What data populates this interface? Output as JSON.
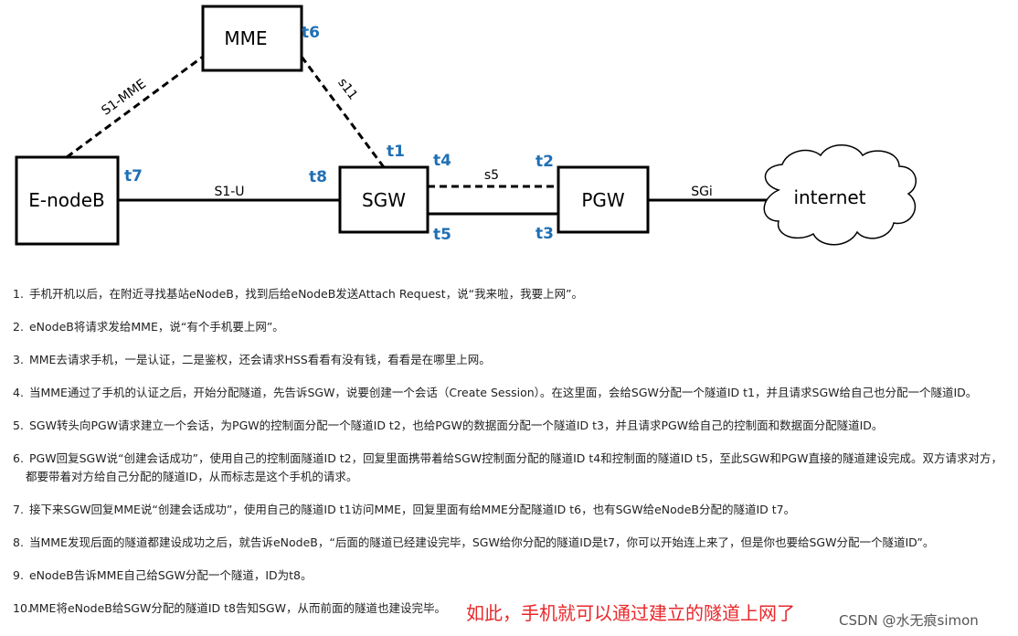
{
  "diagram": {
    "nodes": {
      "mme": "MME",
      "enodeb": "E-nodeB",
      "sgw": "SGW",
      "pgw": "PGW",
      "internet": "internet"
    },
    "links": {
      "s1_mme": "S1-MME",
      "s11": "s11",
      "s1_u": "S1-U",
      "s5": "s5",
      "sgi": "SGi"
    },
    "tunnel_ids": {
      "t1": "t1",
      "t2": "t2",
      "t3": "t3",
      "t4": "t4",
      "t5": "t5",
      "t6": "t6",
      "t7": "t7",
      "t8": "t8"
    },
    "colors": {
      "tunnel_id": "#1f6fb5",
      "note": "#e8282b"
    }
  },
  "steps": [
    {
      "num": "1.",
      "text": "手机开机以后，在附近寻找基站eNodeB，找到后给eNodeB发送Attach Request，说“我来啦，我要上网”。"
    },
    {
      "num": "2.",
      "text": "eNodeB将请求发给MME，说“有个手机要上网”。"
    },
    {
      "num": "3.",
      "text": "MME去请求手机，一是认证，二是鉴权，还会请求HSS看看有没有钱，看看是在哪里上网。"
    },
    {
      "num": "4.",
      "text": "当MME通过了手机的认证之后，开始分配隧道，先告诉SGW，说要创建一个会话（Create Session）。在这里面，会给SGW分配一个隧道ID t1，并且请求SGW给自己也分配一个隧道ID。"
    },
    {
      "num": "5.",
      "text": "SGW转头向PGW请求建立一个会话，为PGW的控制面分配一个隧道ID t2，也给PGW的数据面分配一个隧道ID t3，并且请求PGW给自己的控制面和数据面分配隧道ID。"
    },
    {
      "num": "6.",
      "text": "PGW回复SGW说“创建会话成功”，使用自己的控制面隧道ID t2，回复里面携带着给SGW控制面分配的隧道ID t4和控制面的隧道ID t5，至此SGW和PGW直接的隧道建设完成。双方请求对方，都要带着对方给自己分配的隧道ID，从而标志是这个手机的请求。"
    },
    {
      "num": "7.",
      "text": "接下来SGW回复MME说“创建会话成功”，使用自己的隧道ID t1访问MME，回复里面有给MME分配隧道ID t6，也有SGW给eNodeB分配的隧道ID t7。"
    },
    {
      "num": "8.",
      "text": "当MME发现后面的隧道都建设成功之后，就告诉eNodeB，“后面的隧道已经建设完毕，SGW给你分配的隧道ID是t7，你可以开始连上来了，但是你也要给SGW分配一个隧道ID”。"
    },
    {
      "num": "9.",
      "text": "eNodeB告诉MME自己给SGW分配一个隧道，ID为t8。"
    },
    {
      "num": "10.",
      "text": "MME将eNodeB给SGW分配的隧道ID t8告知SGW，从而前面的隧道也建设完毕。"
    }
  ],
  "note": "如此，手机就可以通过建立的隧道上网了",
  "watermark": "CSDN @水无痕simon"
}
